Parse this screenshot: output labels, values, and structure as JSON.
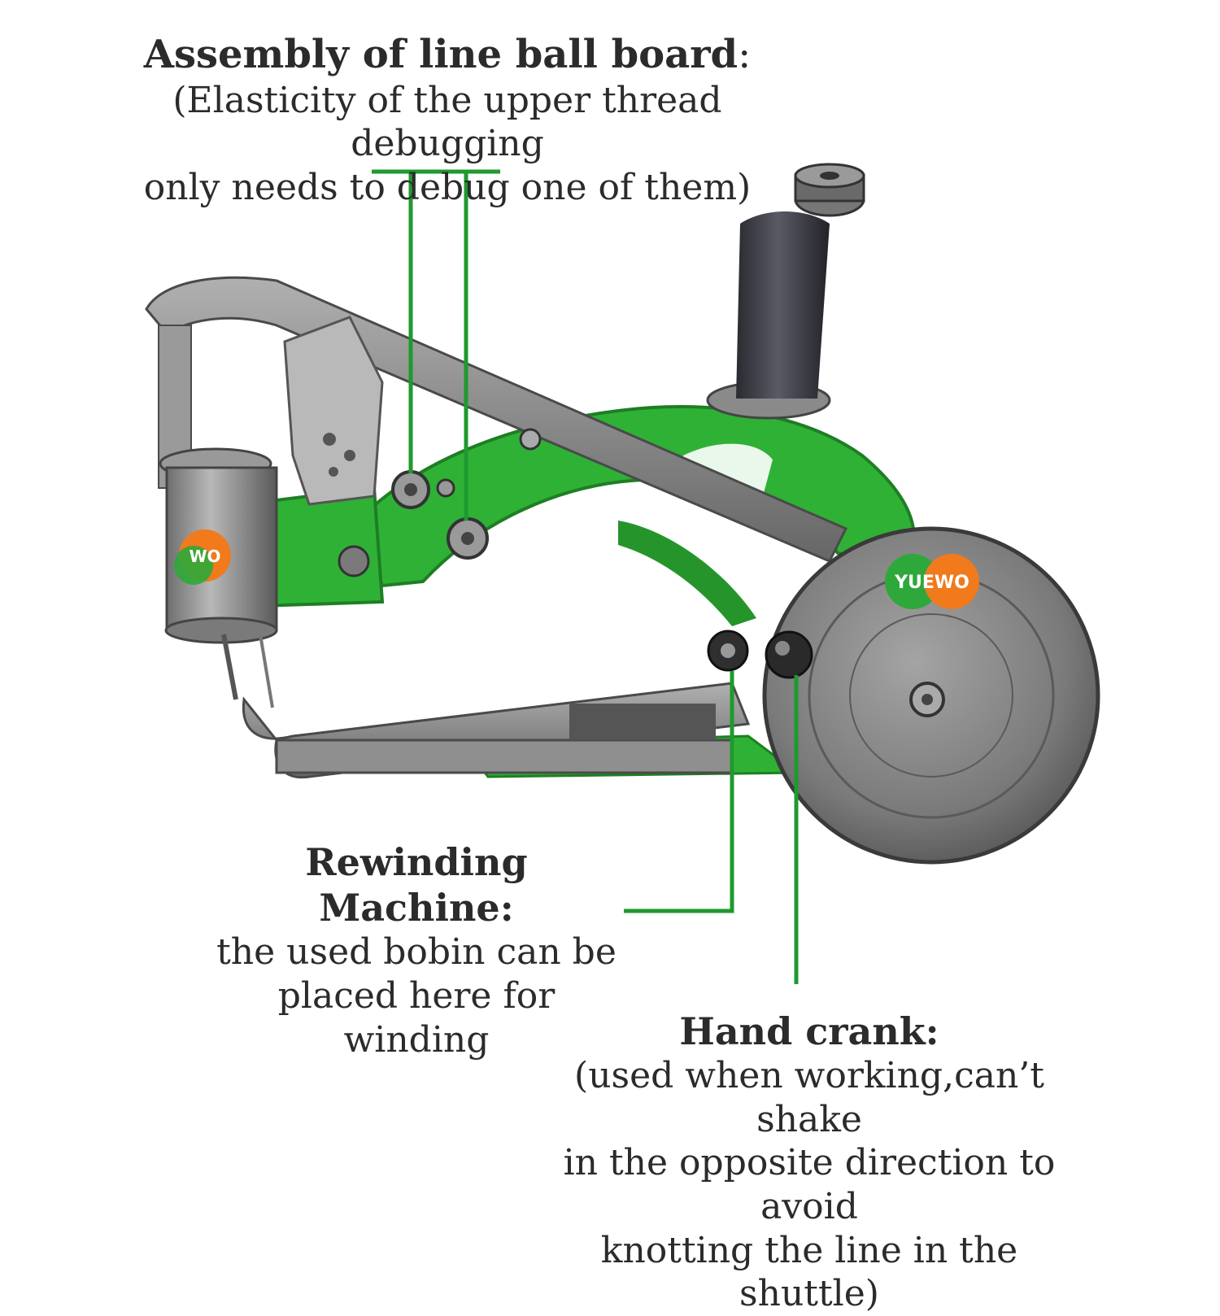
{
  "labels": {
    "assembly": {
      "title": "Assembly of line ball board",
      "colon": ":",
      "line1": "(Elasticity of the upper thread debugging",
      "line2": "only needs to debug one of them)"
    },
    "rewinding": {
      "title": "Rewinding Machine:",
      "line1": "the used bobin can be",
      "line2": "placed here for winding"
    },
    "crank": {
      "title": "Hand crank:",
      "line1": "(used when working,can’t shake",
      "line2": "in the opposite direction to avoid",
      "line3": "knotting the line in the shuttle)"
    }
  },
  "logos": {
    "wheel_logo": "YUEWO",
    "head_logo": "WO"
  },
  "colors": {
    "callout_line": "#1e9a2e",
    "machine_body": "#2fb135",
    "metal": "#8c8c8c",
    "logo_green": "#2ea83a",
    "logo_orange": "#f07a1c",
    "text": "#2b2b2b"
  }
}
